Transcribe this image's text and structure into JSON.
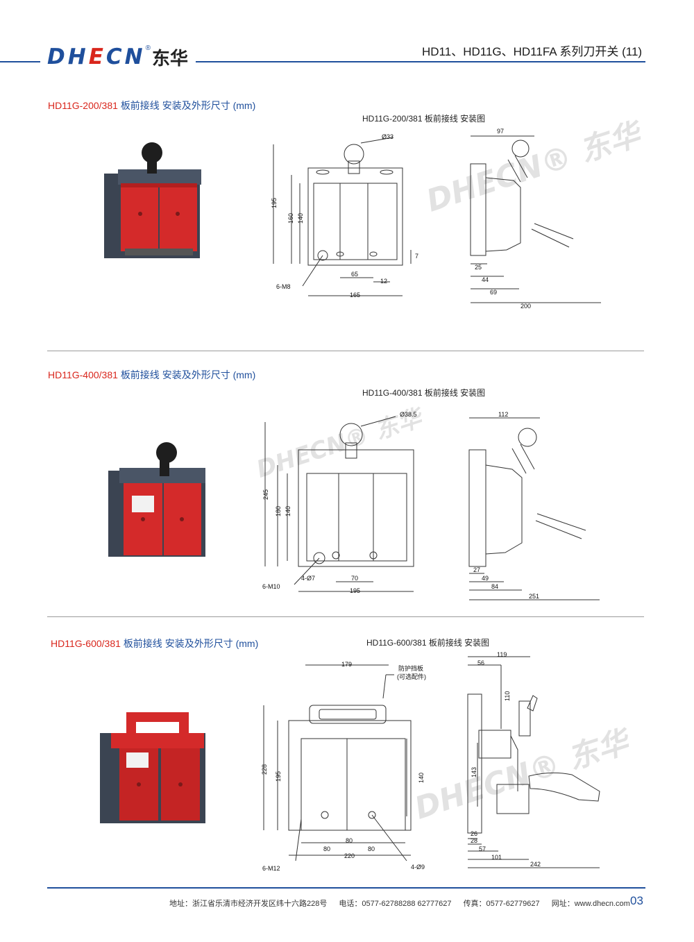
{
  "header": {
    "logo_latin_1": "DH",
    "logo_latin_2": "E",
    "logo_latin_3": "CN",
    "logo_reg": "®",
    "logo_cn": "东华",
    "title": "HD11、HD11G、HD11FA 系列刀开关 (11)"
  },
  "watermark": {
    "text": "DHECN® 东华"
  },
  "sections": [
    {
      "model": "HD11G-200/381",
      "title_rest": "板前接线 安装及外形尺寸 (mm)",
      "drawing_label": "HD11G-200/381 板前接线 安装图",
      "dims": {
        "dia": "Ø33",
        "h1": "195",
        "h2": "160",
        "h3": "140",
        "gap": "7",
        "p": "65",
        "slot": "12",
        "w": "165",
        "bolt": "6-M8",
        "side_top": "97",
        "s1": "25",
        "s2": "44",
        "s3": "69",
        "s4": "200"
      }
    },
    {
      "model": "HD11G-400/381",
      "title_rest": "板前接线 安装及外形尺寸 (mm)",
      "drawing_label": "HD11G-400/381 板前接线 安装图",
      "dims": {
        "dia": "Ø38.5",
        "h1": "245",
        "h2": "180",
        "h3": "140",
        "hole": "4-Ø7",
        "p": "70",
        "w": "195",
        "bolt": "6-M10",
        "side_top": "112",
        "s1": "27",
        "s2": "49",
        "s3": "84",
        "s4": "251"
      }
    },
    {
      "model": "HD11G-600/381",
      "title_rest": "板前接线 安装及外形尺寸 (mm)",
      "drawing_label": "HD11G-600/381 板前接线 安装图",
      "dims": {
        "top": "179",
        "guard_1": "防护挡板",
        "guard_2": "(可选配件)",
        "h1": "228",
        "h2": "195",
        "h3": "140",
        "p1": "80",
        "p2": "80",
        "p3": "80",
        "w": "220",
        "hole": "4-Ø9",
        "bolt": "6-M12",
        "side_top": "119",
        "side_56": "56",
        "side_110": "110",
        "side_143": "143",
        "s1": "26",
        "s2": "28",
        "s3": "57",
        "s4": "101",
        "s5": "242"
      }
    }
  ],
  "footer": {
    "address": "地址：浙江省乐清市经济开发区纬十六路228号",
    "phone": "电话：0577-62788288   62777627",
    "fax": "传真：0577-62779627",
    "web": "网址：www.dhecn.com",
    "page": "03"
  },
  "colors": {
    "brand_blue": "#1f4f9c",
    "brand_red": "#d9261c",
    "switch_red": "#d42a2a",
    "base_dark": "#3b4452"
  }
}
